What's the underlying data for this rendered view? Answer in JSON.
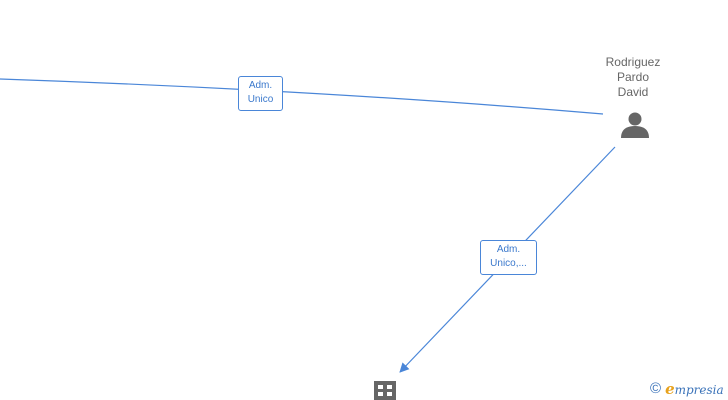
{
  "person": {
    "name_lines": [
      "Rodriguez",
      "Pardo",
      "David"
    ],
    "icon": "person-icon"
  },
  "company": {
    "icon": "building-icon"
  },
  "edges": [
    {
      "from": "offscreen-left",
      "to": "person",
      "label_lines": [
        "Adm.",
        "Unico"
      ]
    },
    {
      "from": "person",
      "to": "company",
      "label_lines": [
        "Adm.",
        "Unico,..."
      ]
    }
  ],
  "watermark": {
    "symbol": "©",
    "brand_initial": "e",
    "brand_rest": "mpresia"
  },
  "colors": {
    "edge": "#4a86d8",
    "label_text": "#3a78cc",
    "node_icon": "#666666",
    "brand_blue": "#3b73b9",
    "brand_orange": "#e8a21c"
  }
}
